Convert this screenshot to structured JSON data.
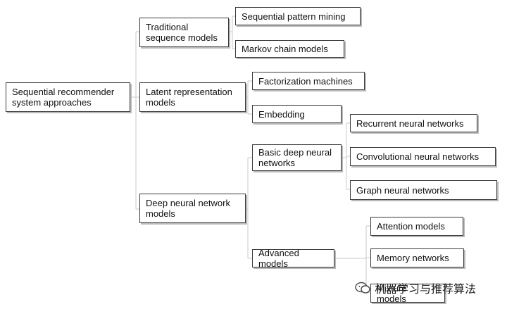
{
  "root": {
    "label": "Sequential recommender\nsystem approaches"
  },
  "level1": {
    "traditional": {
      "label": "Traditional\nsequence models"
    },
    "latent": {
      "label": "Latent representation\nmodels"
    },
    "deep": {
      "label": "Deep neural network\nmodels"
    }
  },
  "level2": {
    "sequential_pattern": {
      "label": "Sequential pattern mining"
    },
    "markov": {
      "label": "Markov chain models"
    },
    "factorization": {
      "label": "Factorization machines"
    },
    "embedding": {
      "label": "Embedding"
    },
    "basic_deep": {
      "label": "Basic deep neural\nnetworks"
    },
    "advanced": {
      "label": "Advanced models"
    }
  },
  "level3": {
    "rnn": {
      "label": "Recurrent neural networks"
    },
    "cnn": {
      "label": "Convolutional neural networks"
    },
    "gnn": {
      "label": "Graph neural networks"
    },
    "attention": {
      "label": "Attention models"
    },
    "memory": {
      "label": "Memory networks"
    },
    "mixture": {
      "label": "Mixture models"
    }
  },
  "watermark": {
    "text": "机器学习与推荐算法",
    "icon": "wechat-icon"
  },
  "colors": {
    "border": "#3a3a3a",
    "line": "#c8c8c8",
    "shadow": "#b9b9b9"
  }
}
